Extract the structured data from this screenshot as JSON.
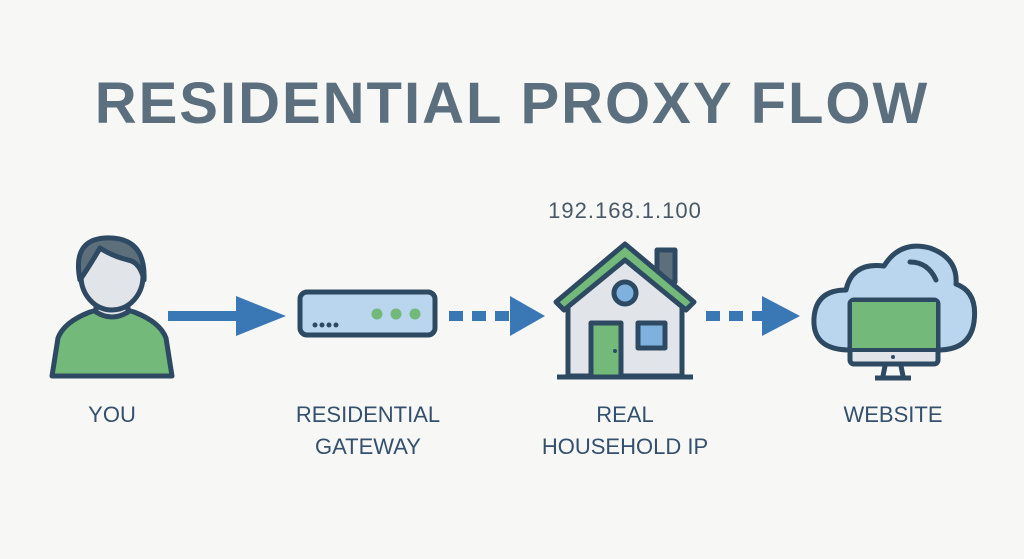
{
  "title": "RESIDENTIAL PROXY FLOW",
  "ip_address": "192.168.1.100",
  "nodes": [
    {
      "label_lines": [
        "YOU"
      ],
      "icon": "person-icon"
    },
    {
      "label_lines": [
        "RESIDENTIAL",
        "GATEWAY"
      ],
      "icon": "router-icon"
    },
    {
      "label_lines": [
        "REAL",
        "HOUSEHOLD IP"
      ],
      "icon": "house-icon"
    },
    {
      "label_lines": [
        "WEBSITE"
      ],
      "icon": "cloud-monitor-icon"
    }
  ],
  "colors": {
    "outline": "#2e4a63",
    "arrow": "#3a78b5",
    "green": "#72b97a",
    "light_blue": "#b9d6ee",
    "gray_fill": "#e1e4e8"
  }
}
